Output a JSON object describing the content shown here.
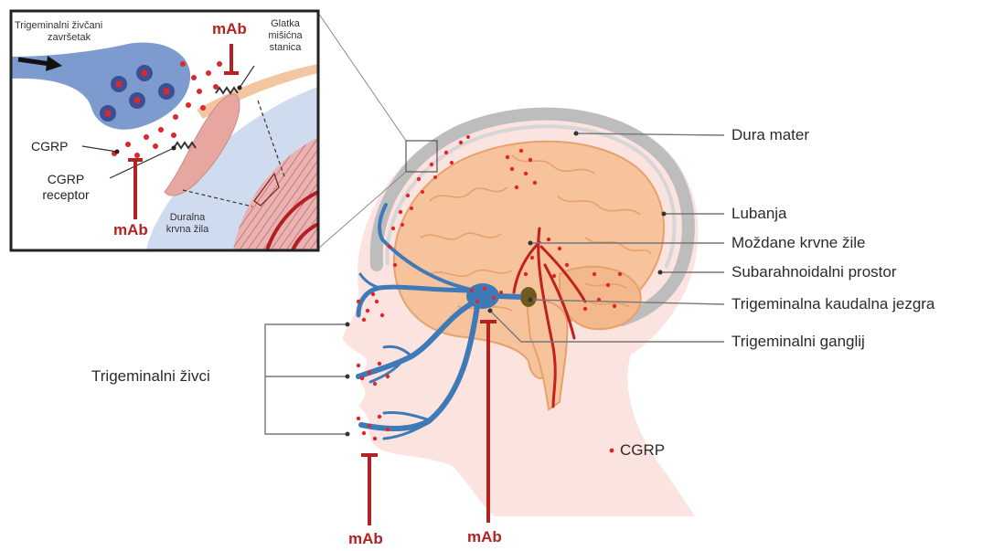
{
  "labels": {
    "dura_mater": "Dura mater",
    "lubanja": "Lubanja",
    "mozdane_krvne_zile": "Moždane krvne žile",
    "subarahnoidalni_prostor": "Subarahnoidalni prostor",
    "trigeminalna_kaudalna_jezgra": "Trigeminalna kaudalna jezgra",
    "trigeminalni_ganglij": "Trigeminalni ganglij",
    "trigeminalni_zivci": "Trigeminalni živci",
    "cgrp_legend": "CGRP"
  },
  "inset": {
    "nerve_ending_line1": "Trigeminalni živčani",
    "nerve_ending_line2": "završetak",
    "smooth_muscle_line1": "Glatka",
    "smooth_muscle_line2": "mišićna",
    "smooth_muscle_line3": "stanica",
    "cgrp": "CGRP",
    "receptor_line1": "CGRP",
    "receptor_line2": "receptor",
    "dural_vessel_line1": "Duralna",
    "dural_vessel_line2": "krvna žila"
  },
  "mab": {
    "inset_top": "mAb",
    "inset_bottom": "mAb",
    "bottom_left": "mAb",
    "bottom_center": "mAb"
  },
  "colors": {
    "cgrp_dot": "#e0262b",
    "nerve": "#3f7ab8",
    "brain": "#f6c39c",
    "skull": "#bdbdbd",
    "head_skin": "#fbe3e0",
    "mab": "#b52222"
  }
}
